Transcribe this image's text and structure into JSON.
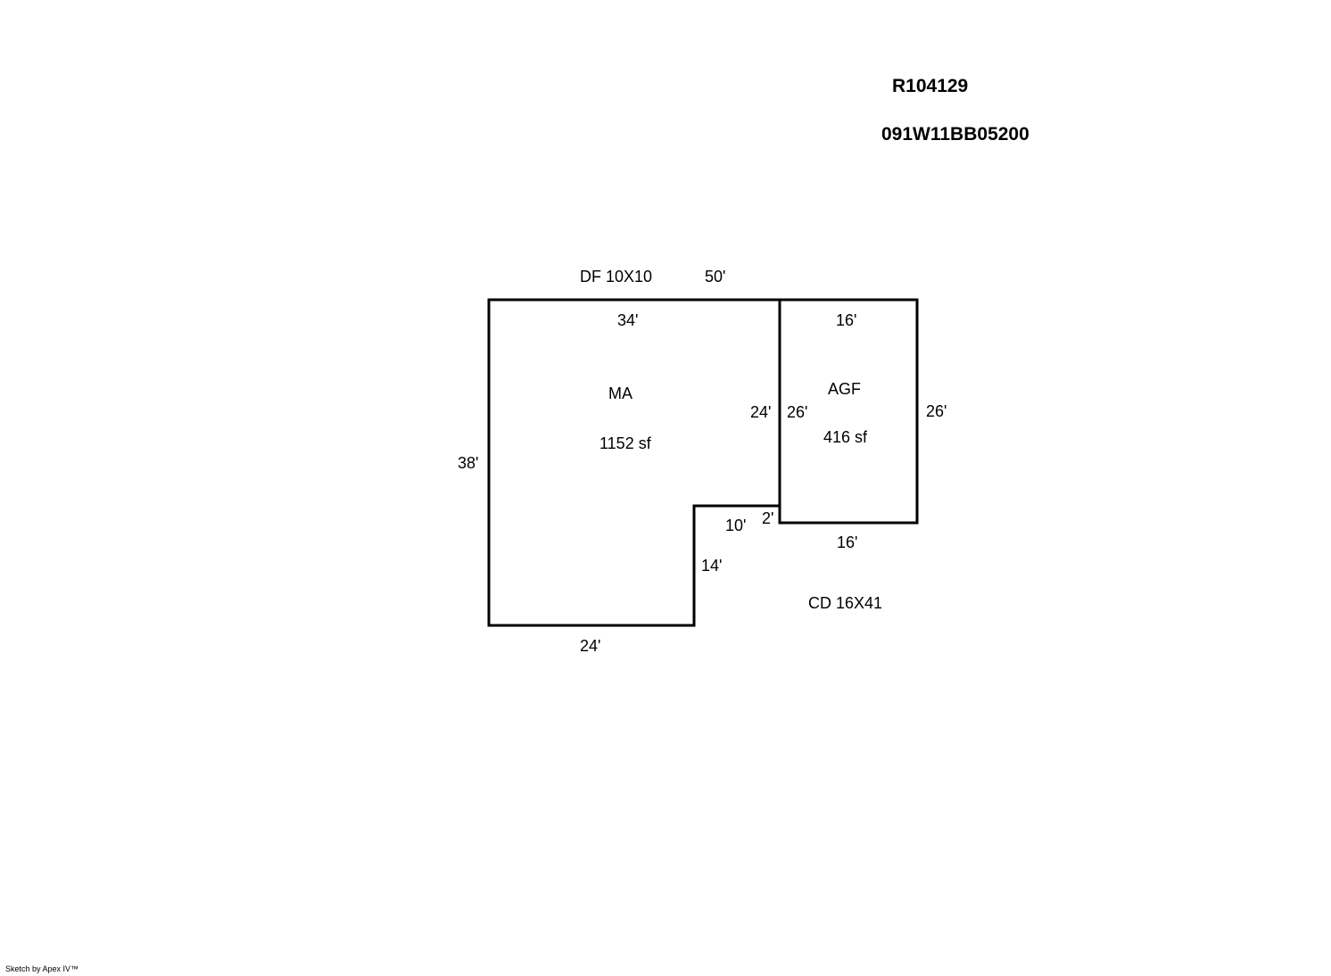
{
  "header": {
    "account_number": "R104129",
    "parcel_number": "091W11BB05200"
  },
  "sketch": {
    "labels": {
      "df": "DF  10X10",
      "top_overall": "50'",
      "ma_top": "34'",
      "ma_left": "38'",
      "ma_bottom": "24'",
      "ma_notch_vertical": "14'",
      "ma_notch_horizontal": "10'",
      "ma_right": "24'",
      "step": "2'",
      "agf_top": "16'",
      "agf_left": "26'",
      "agf_right": "26'",
      "agf_bottom": "16'",
      "cd": "CD  16X41"
    },
    "areas": {
      "ma": {
        "name": "MA",
        "area": "1152 sf"
      },
      "agf": {
        "name": "AGF",
        "area": "416 sf"
      }
    }
  },
  "footer": {
    "credit": "Sketch by Apex IV™"
  }
}
